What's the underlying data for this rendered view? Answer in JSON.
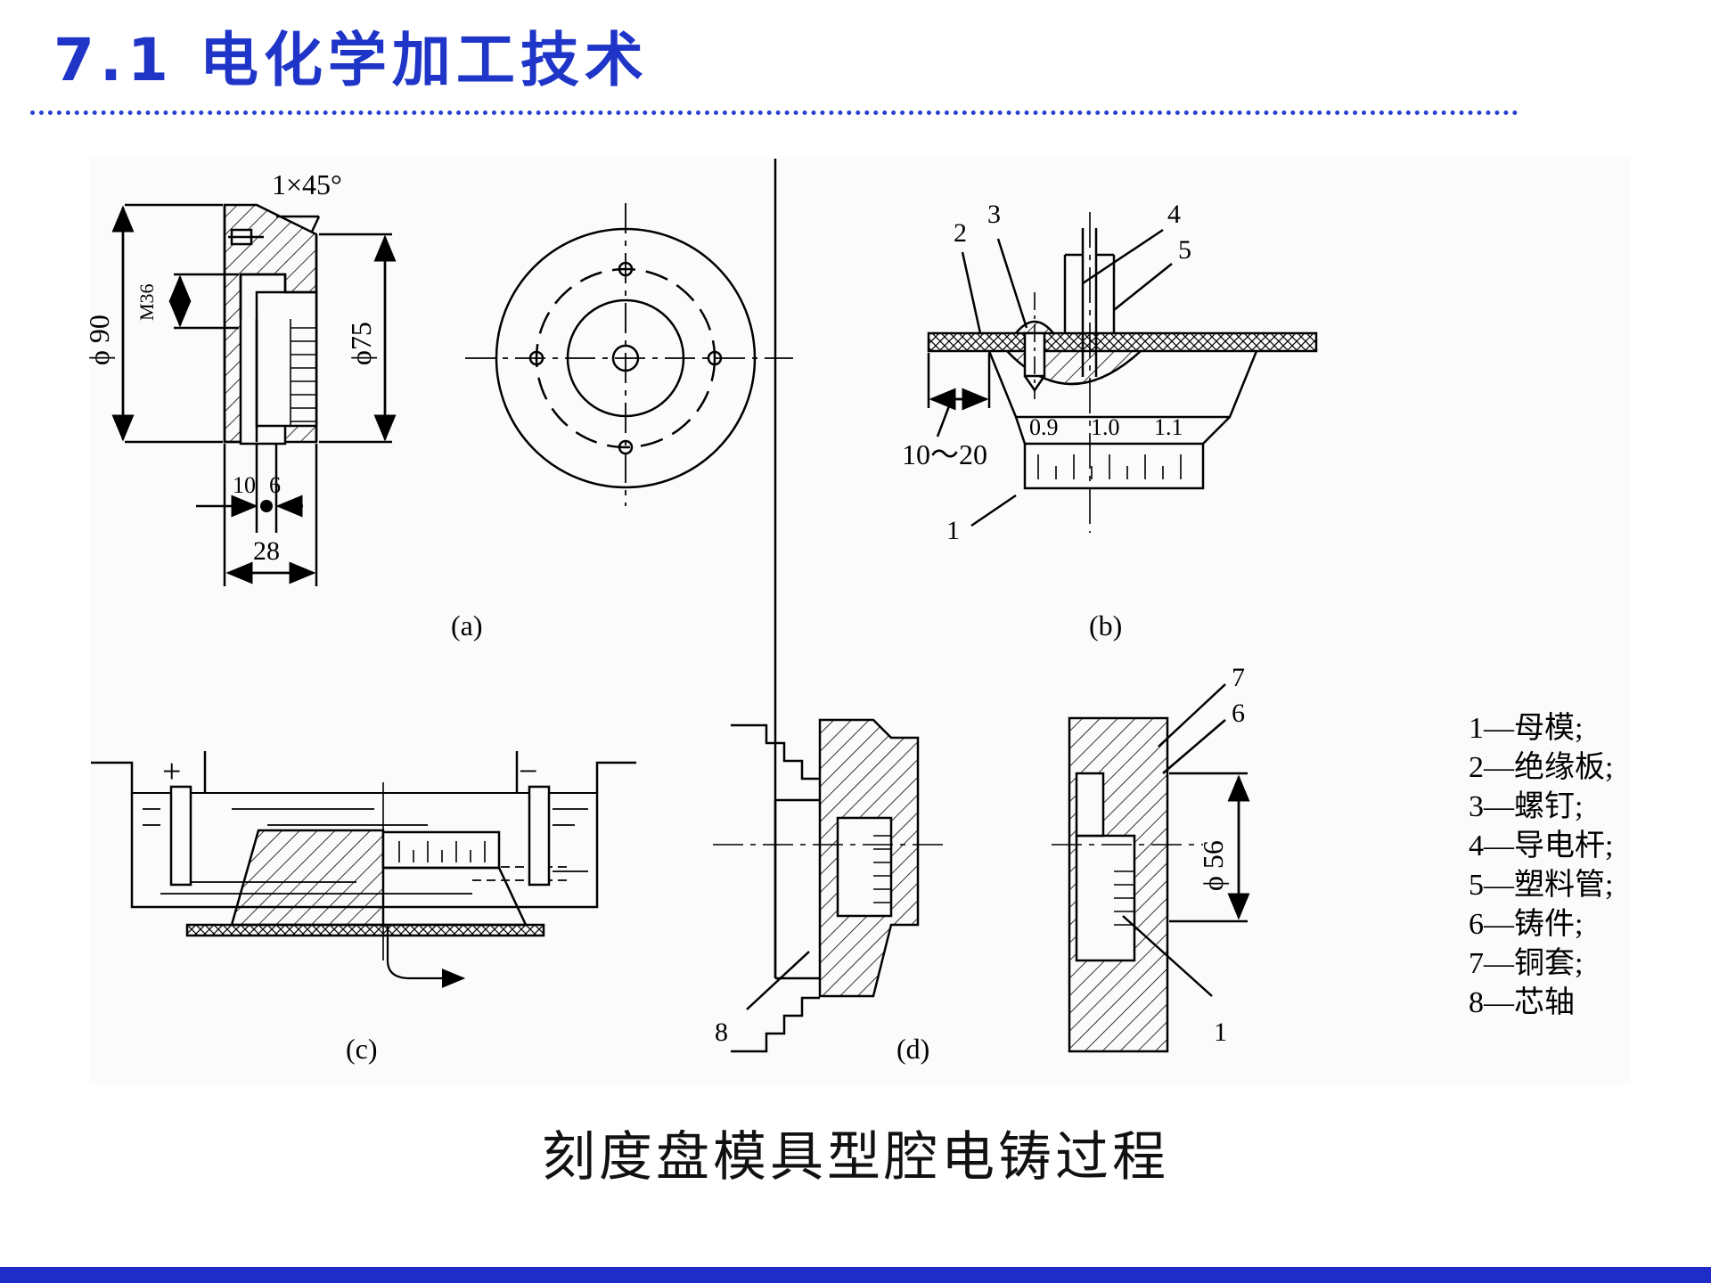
{
  "slide": {
    "title": "7.1 电化学加工技术",
    "caption": "刻度盘模具型腔电铸过程"
  },
  "figure": {
    "panel_labels": [
      "(a)",
      "(b)",
      "(c)",
      "(d)"
    ],
    "panel_a": {
      "chamfer": "1×45°",
      "thread": "M36",
      "outer_diameter": "ϕ 90",
      "inner_diameter": "ϕ75",
      "dim_10": "10",
      "dim_6": "6",
      "length": "28"
    },
    "panel_b": {
      "scale_marks": [
        "0.9",
        "1.0",
        "1.1"
      ],
      "range": "10～20",
      "callouts": [
        "1",
        "2",
        "3",
        "4",
        "5"
      ]
    },
    "panel_c": {
      "plus": "+",
      "minus": "−"
    },
    "panel_d": {
      "diameter": "ϕ 56",
      "callouts": [
        "7",
        "6",
        "8",
        "1"
      ]
    },
    "legend": [
      "1—母模;",
      "2—绝缘板;",
      "3—螺钉;",
      "4—导电杆;",
      "5—塑料管;",
      "6—铸件;",
      "7—铜套;",
      "8—芯轴"
    ]
  },
  "colors": {
    "title": "#1f35c8",
    "rule": "#2a3fd0",
    "bottom_bar": "#1e2dc6"
  }
}
